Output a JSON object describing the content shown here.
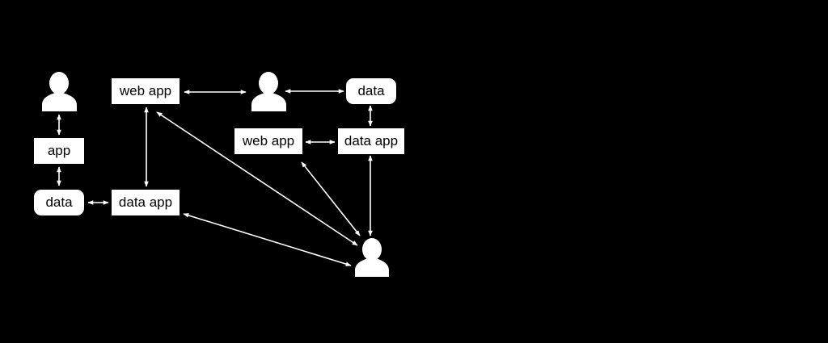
{
  "colors": {
    "background": "#000000",
    "foreground": "#ffffff",
    "text": "#000000"
  },
  "nodes": {
    "app": "app",
    "data_left": "data",
    "web_app_left": "web app",
    "data_app_left": "data app",
    "data_top_right": "data",
    "web_app_mid": "web app",
    "data_app_right": "data app"
  },
  "icons": {
    "person_top_left": "person-icon",
    "person_top_middle": "person-icon",
    "person_bottom_right": "person-icon"
  }
}
